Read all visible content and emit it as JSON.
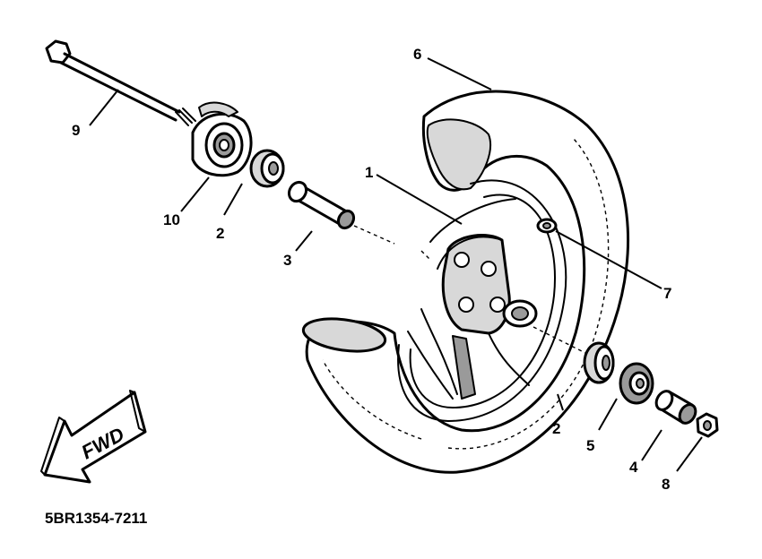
{
  "parts": [
    {
      "number": "1"
    },
    {
      "number": "2"
    },
    {
      "number": "2"
    },
    {
      "number": "3"
    },
    {
      "number": "4"
    },
    {
      "number": "5"
    },
    {
      "number": "6"
    },
    {
      "number": "7"
    },
    {
      "number": "8"
    },
    {
      "number": "9"
    },
    {
      "number": "10"
    }
  ],
  "direction_arrow": {
    "label": "FWD"
  },
  "diagram_code": "5BR1354-7211"
}
